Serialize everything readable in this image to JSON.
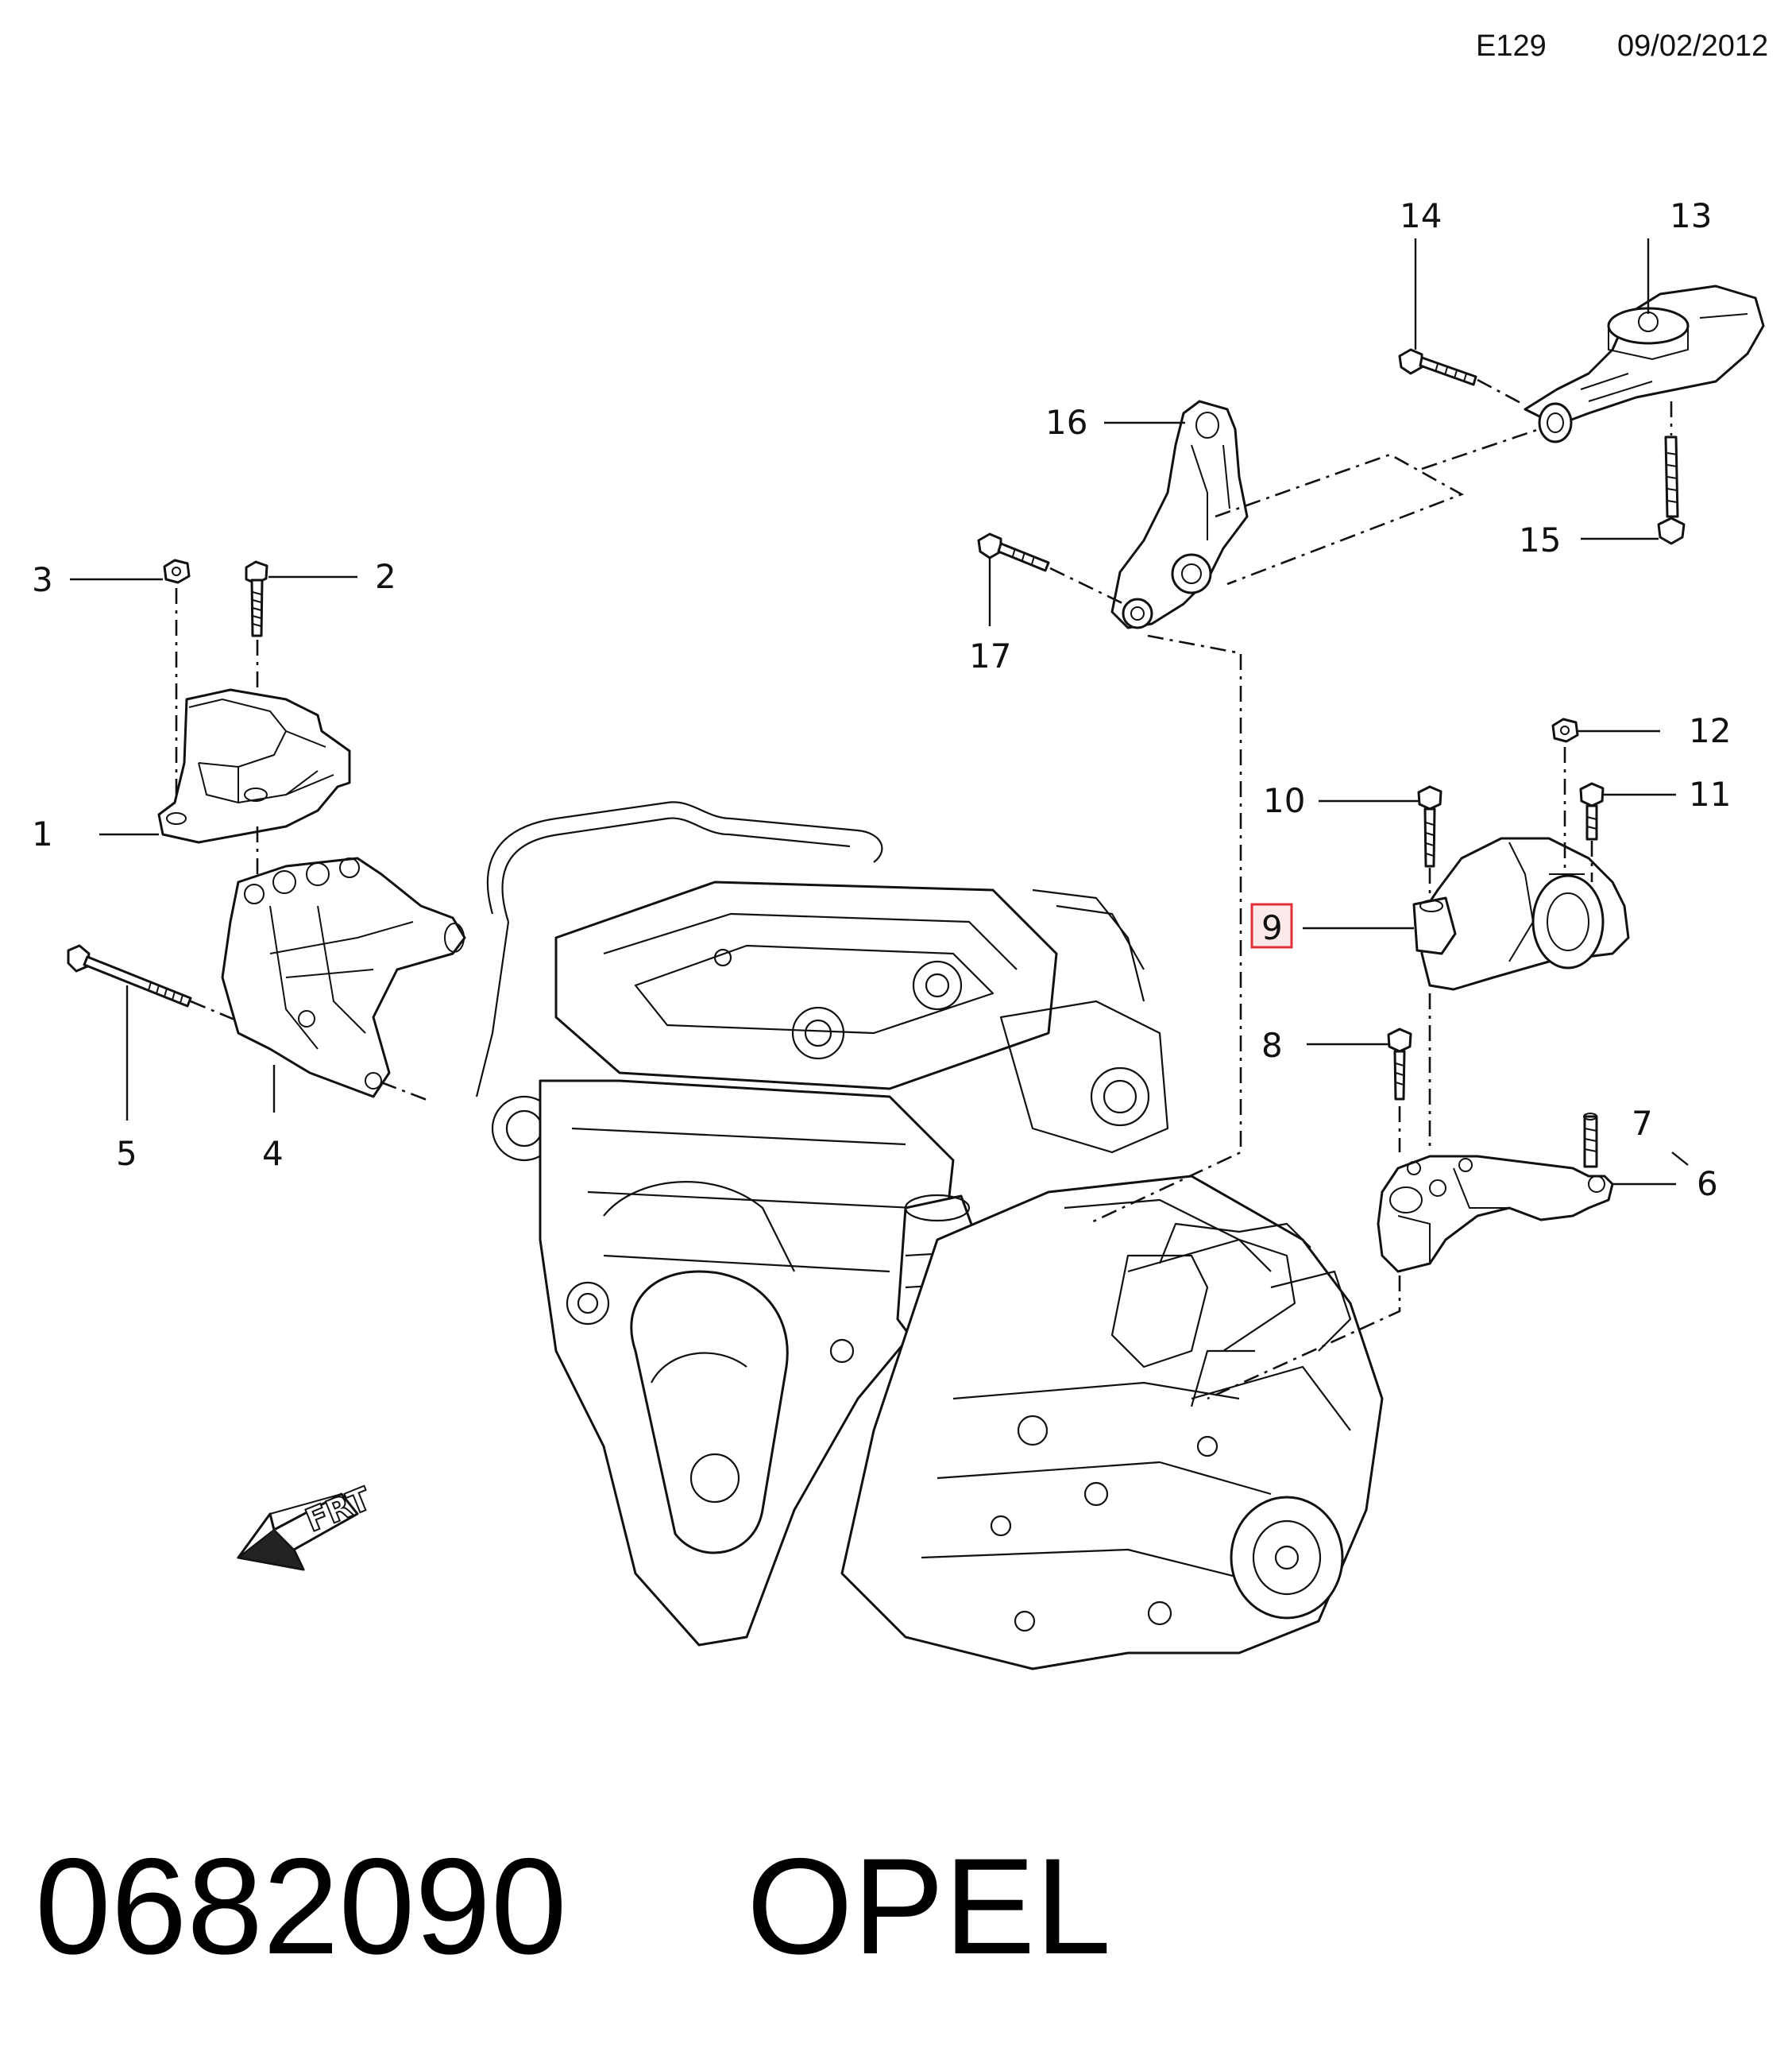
{
  "header": {
    "code": "E129",
    "date": "09/02/2012"
  },
  "footer": {
    "part_number": "0682090",
    "brand": "OPEL"
  },
  "direction_label": "FRT",
  "highlighted_callout": "9",
  "callouts": {
    "c1": "1",
    "c2": "2",
    "c3": "3",
    "c4": "4",
    "c5": "5",
    "c6": "6",
    "c7": "7",
    "c8": "8",
    "c9": "9",
    "c10": "10",
    "c11": "11",
    "c12": "12",
    "c13": "13",
    "c14": "14",
    "c15": "15",
    "c16": "16",
    "c17": "17"
  },
  "colors": {
    "line": "#111111",
    "highlight_fill": "#fde8ea",
    "highlight_stroke": "#e0303a"
  }
}
